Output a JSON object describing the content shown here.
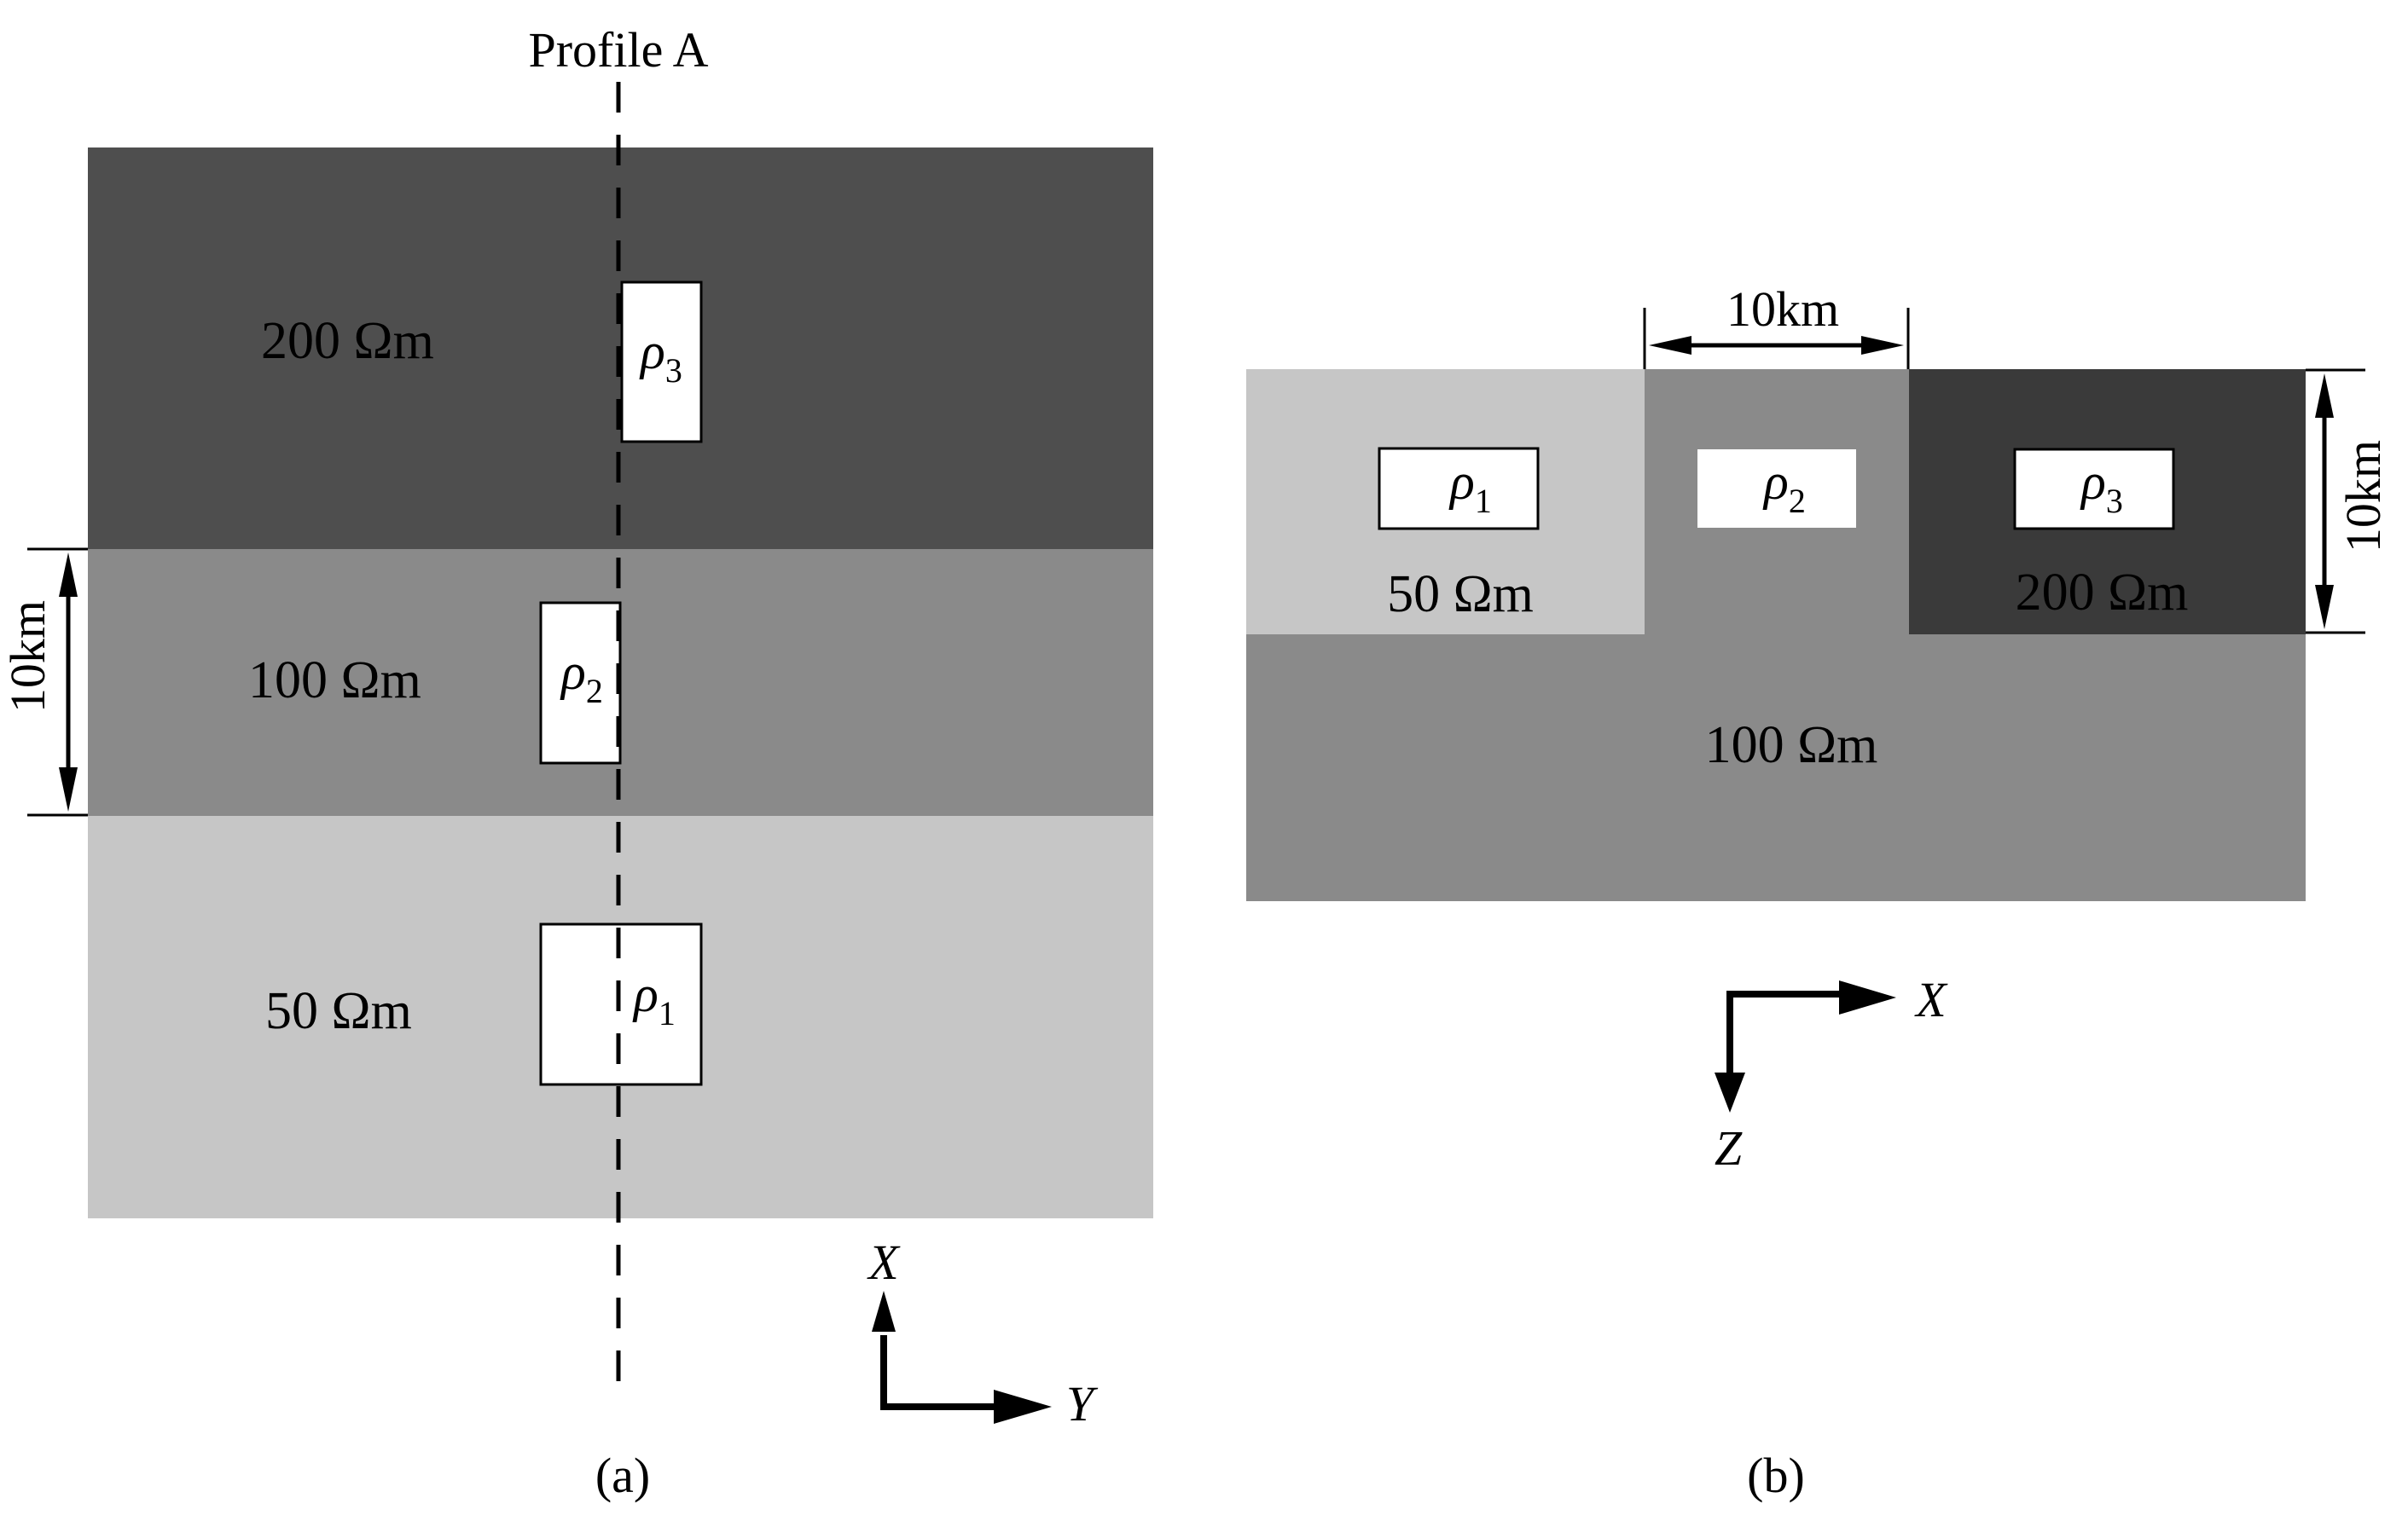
{
  "panel_a": {
    "profile_label": "Profile A",
    "layers": [
      {
        "resistivity_label": "200 Ωm",
        "color": "#4e4e4e"
      },
      {
        "resistivity_label": "100 Ωm",
        "color": "#8a8a8a"
      },
      {
        "resistivity_label": "50 Ωm",
        "color": "#c6c6c6"
      }
    ],
    "anomalies": [
      {
        "symbol": "ρ",
        "subscript": "3"
      },
      {
        "symbol": "ρ",
        "subscript": "2"
      },
      {
        "symbol": "ρ",
        "subscript": "1"
      }
    ],
    "dimension_label": "10km",
    "axis_labels": {
      "up": "X",
      "right": "Y"
    },
    "caption": "(a)"
  },
  "panel_b": {
    "blocks": [
      {
        "resistivity_label": "50 Ωm",
        "color": "#c6c6c6"
      },
      {
        "resistivity_label": "100 Ωm",
        "color": "#8a8a8a"
      },
      {
        "resistivity_label": "200 Ωm",
        "color": "#3a3a3a"
      }
    ],
    "anomalies": [
      {
        "symbol": "ρ",
        "subscript": "1"
      },
      {
        "symbol": "ρ",
        "subscript": "2"
      },
      {
        "symbol": "ρ",
        "subscript": "3"
      }
    ],
    "dimension_top_label": "10km",
    "dimension_right_label": "10km",
    "axis_labels": {
      "right": "X",
      "down": "Z"
    },
    "caption": "(b)"
  }
}
